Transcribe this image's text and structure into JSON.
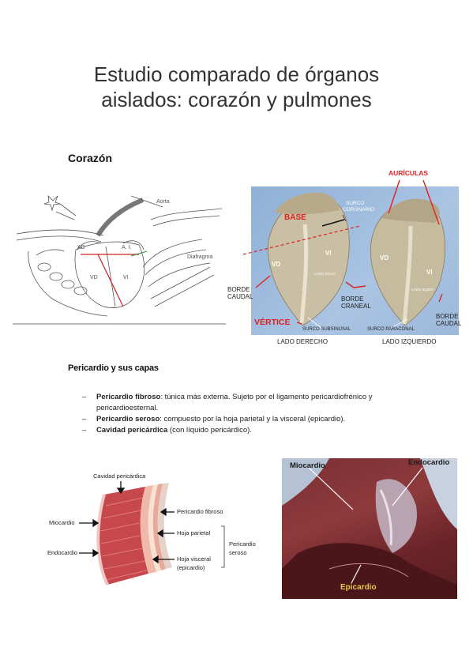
{
  "title": {
    "line1": "Estudio comparado de órganos",
    "line2": "aislados: corazón y pulmones"
  },
  "section_heart": "Corazón",
  "sketch": {
    "labels": {
      "aorta": "Aorta",
      "ad": "AD",
      "ai": "A. I.",
      "vd": "VD",
      "vi": "VI",
      "diafragma": "Diafragma"
    }
  },
  "heart_photo": {
    "labels": {
      "auriculas": "AURÍCULAS",
      "surco_coronario_1": "SURCO",
      "surco_coronario_2": "CORONARIO",
      "base": "BASE",
      "vd_left": "VD",
      "vi_left": "VI",
      "lado_dcho_small": "LADO DCHO",
      "vd_right": "VD",
      "vi_right": "VI",
      "lado_izqdo_small": "LADO IZQDO",
      "borde_caudal_left_1": "BORDE",
      "borde_caudal_left_2": "CAUDAL",
      "borde_craneal_1": "BORDE",
      "borde_craneal_2": "CRANEAL",
      "borde_caudal_right_1": "BORDE",
      "borde_caudal_right_2": "CAUDAL",
      "vertice": "VÉRTICE",
      "surco_subsinusal": "SURCO SUBSINUSAL",
      "surco_paraconal": "SURCO PARACONAL",
      "lado_derecho": "LADO DERECHO",
      "lado_izquierdo": "LADO IZQUIERDO"
    }
  },
  "section_pericardio": "Pericardio y sus capas",
  "bullets": [
    {
      "dash": "–",
      "bold": "Pericardio fibroso",
      "text": ": túnica más externa. Sujeto por el ligamento pericardiofrénico y pericardioesternal."
    },
    {
      "dash": "–",
      "bold": "Pericardio seroso",
      "text": ": compuesto por la hoja parietal y la visceral (epicardio)."
    },
    {
      "dash": "–",
      "bold": "Cavidad pericárdica",
      "text": " (con líquido pericárdico)."
    }
  ],
  "layers_diagram": {
    "cavidad": "Cavidad pericárdica",
    "miocardio": "Miocardio",
    "endocardio": "Endocardio",
    "pericardio_fibroso": "Pericardio fibroso",
    "hoja_parietal": "Hoja parietal",
    "hoja_visceral": "Hoja visceral",
    "epicardio": "(epicardio)",
    "pericardio_seroso_1": "Pericardio",
    "pericardio_seroso_2": "seroso"
  },
  "dissection_photo": {
    "miocardio": "Miocardio",
    "endocardio": "Endocardio",
    "epicardio": "Epicardio"
  }
}
